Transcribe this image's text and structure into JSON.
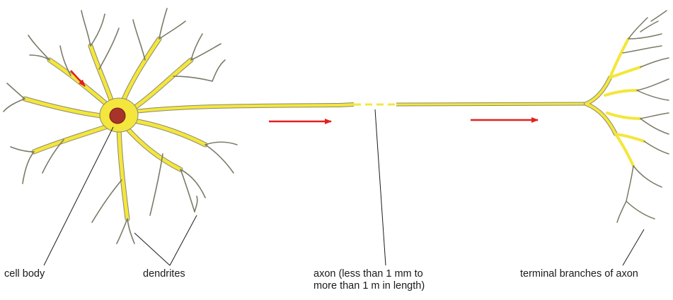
{
  "labels": {
    "cell_body": "cell body",
    "dendrites": "dendrites",
    "axon_line1": "axon (less than 1 mm to",
    "axon_line2": "more than 1 m in length)",
    "terminal": "terminal branches of axon"
  },
  "colors": {
    "membrane": "#f4e63c",
    "membrane_edge": "#8a8a70",
    "nucleus": "#a8332a",
    "nucleus_edge": "#6e1f18",
    "arrow": "#e3201b",
    "leader": "#1a1a1a"
  }
}
